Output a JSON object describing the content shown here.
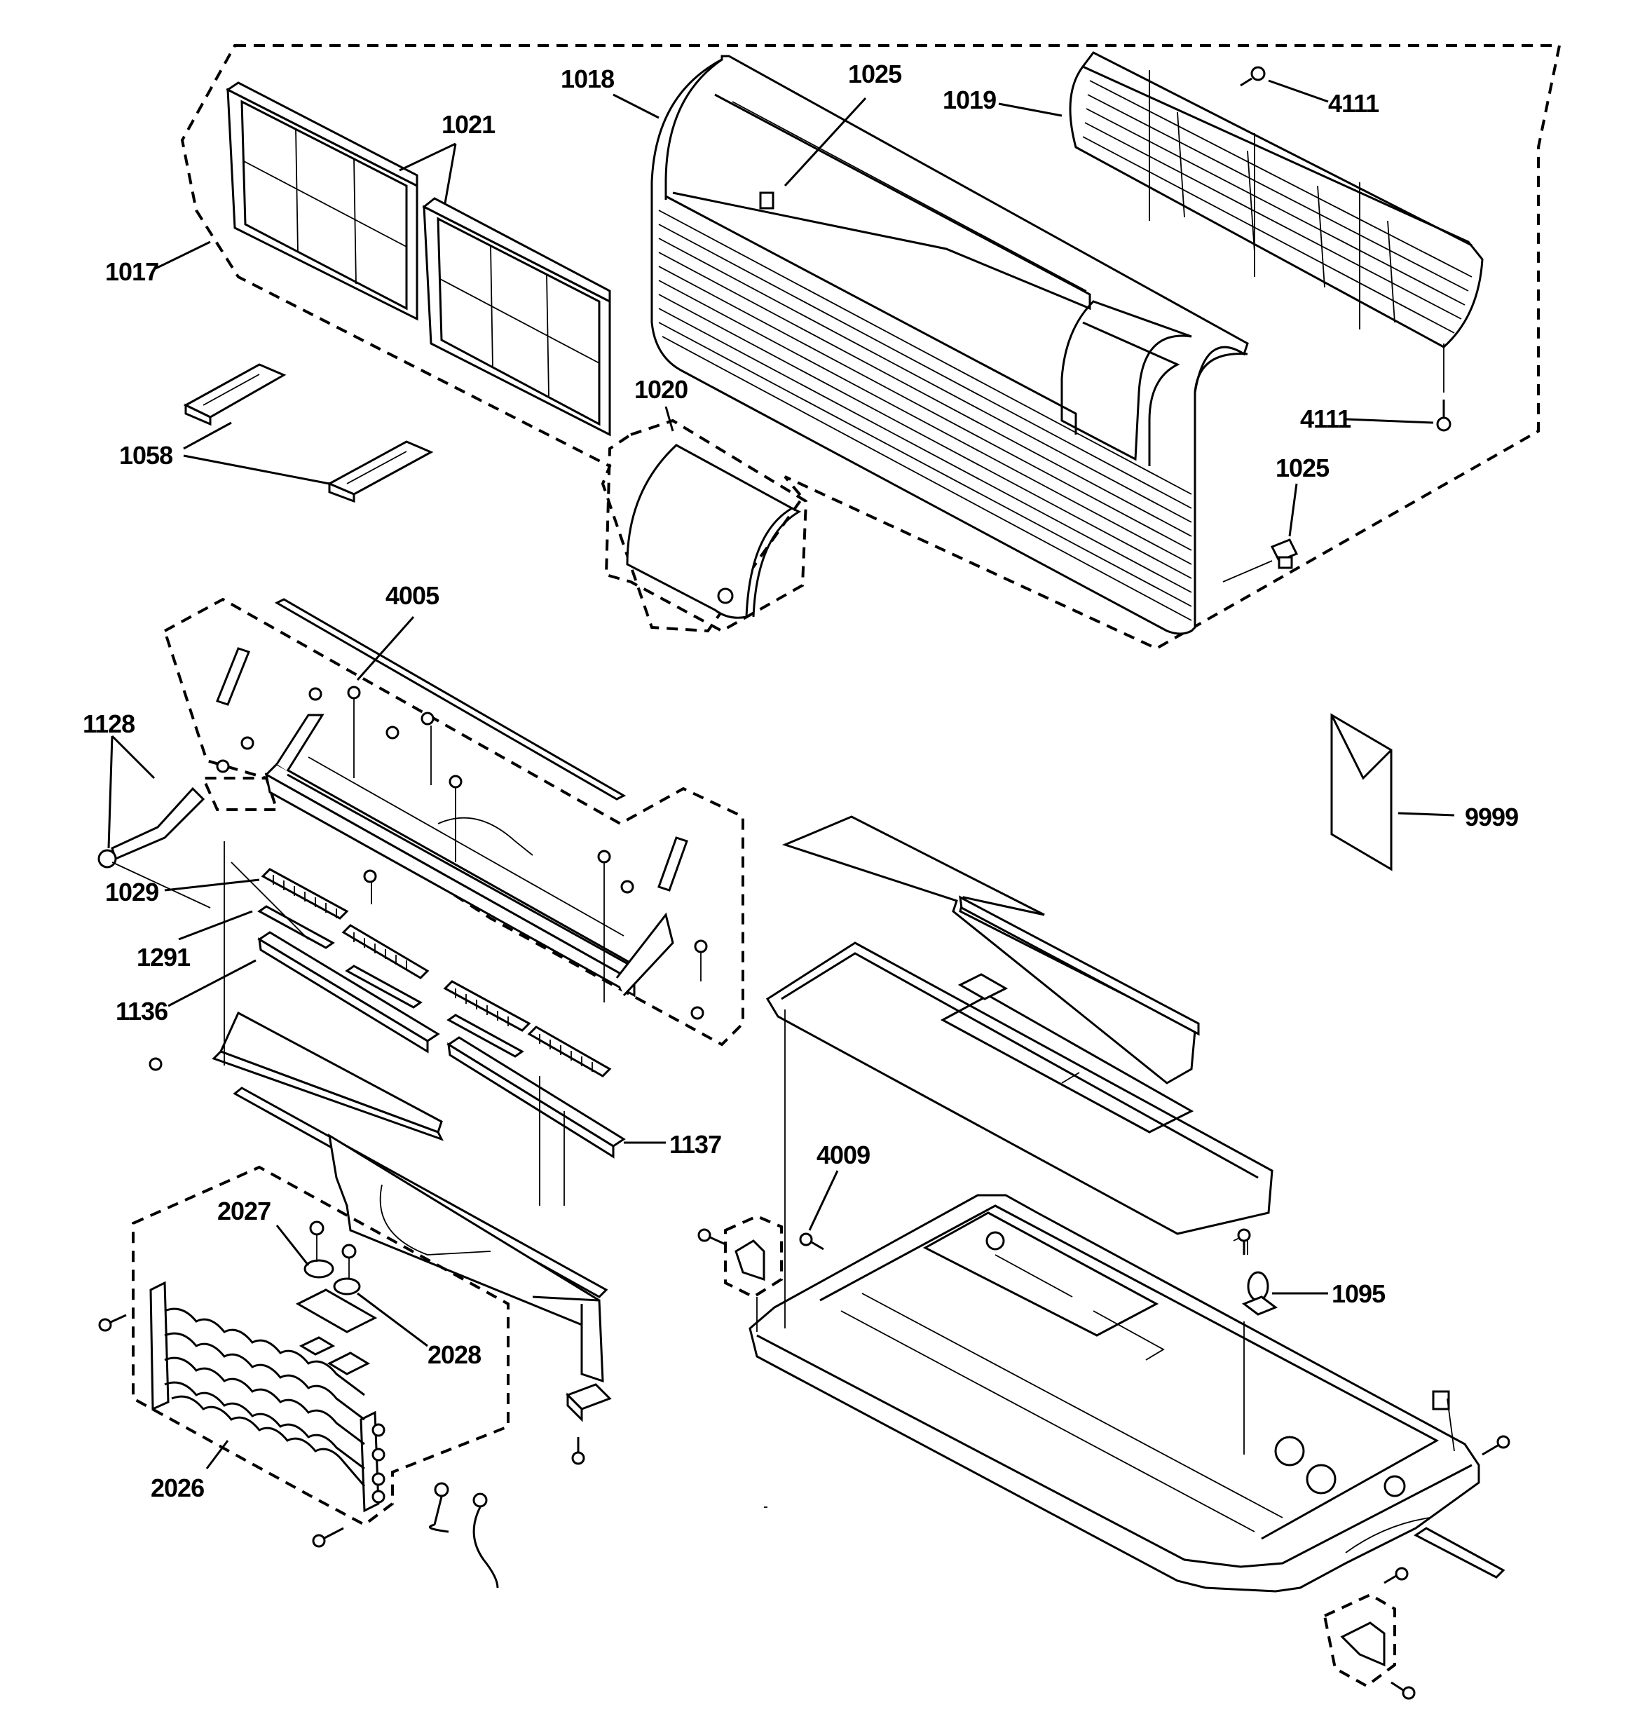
{
  "labels": {
    "l1017": "1017",
    "l1021": "1021",
    "l1058": "1058",
    "l1018": "1018",
    "l1025a": "1025",
    "l1019": "1019",
    "l4111a": "4111",
    "l4111b": "4111",
    "l1020": "1020",
    "l1025b": "1025",
    "l4005": "4005",
    "l1128": "1128",
    "l1029": "1029",
    "l1291": "1291",
    "l1136": "1136",
    "l1137": "1137",
    "l9999": "9999",
    "l4009": "4009",
    "l1095": "1095",
    "l2027": "2027",
    "l2028": "2028",
    "l2026": "2026"
  },
  "colors": {
    "ink": "#000000",
    "paper": "#ffffff"
  }
}
